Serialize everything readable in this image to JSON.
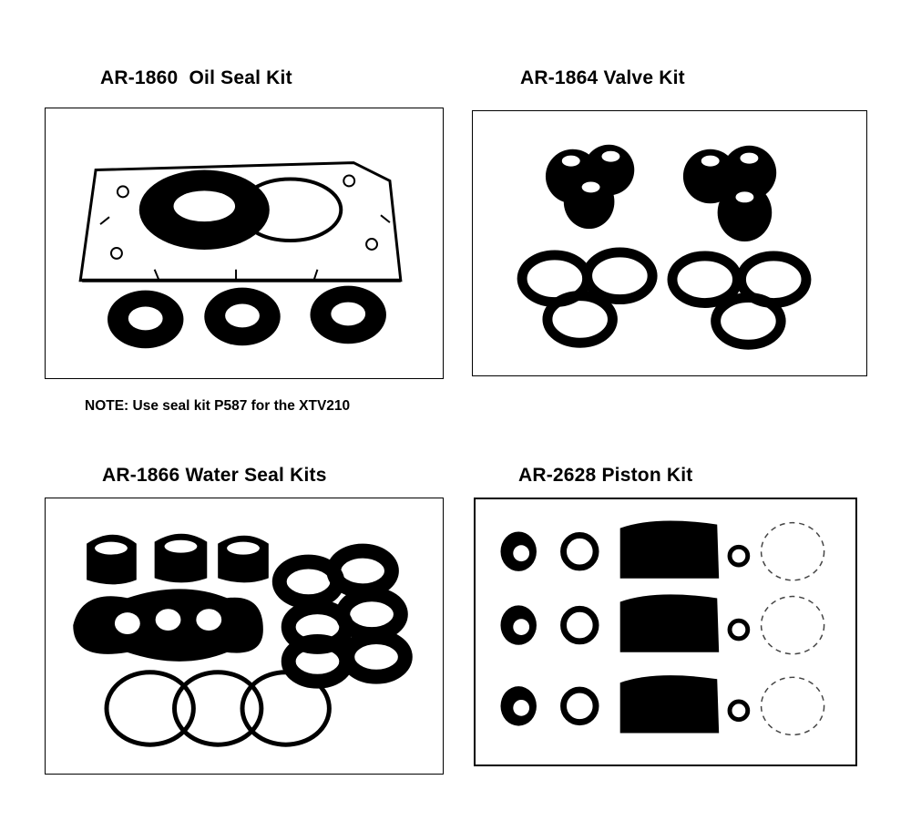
{
  "kits": [
    {
      "title": "AR-1860  Oil Seal Kit"
    },
    {
      "title": "AR-1864 Valve Kit"
    },
    {
      "title": "AR-1866 Water Seal Kits"
    },
    {
      "title": "AR-2628 Piston Kit"
    }
  ],
  "note": "NOTE: Use seal kit P587 for the XTV210"
}
